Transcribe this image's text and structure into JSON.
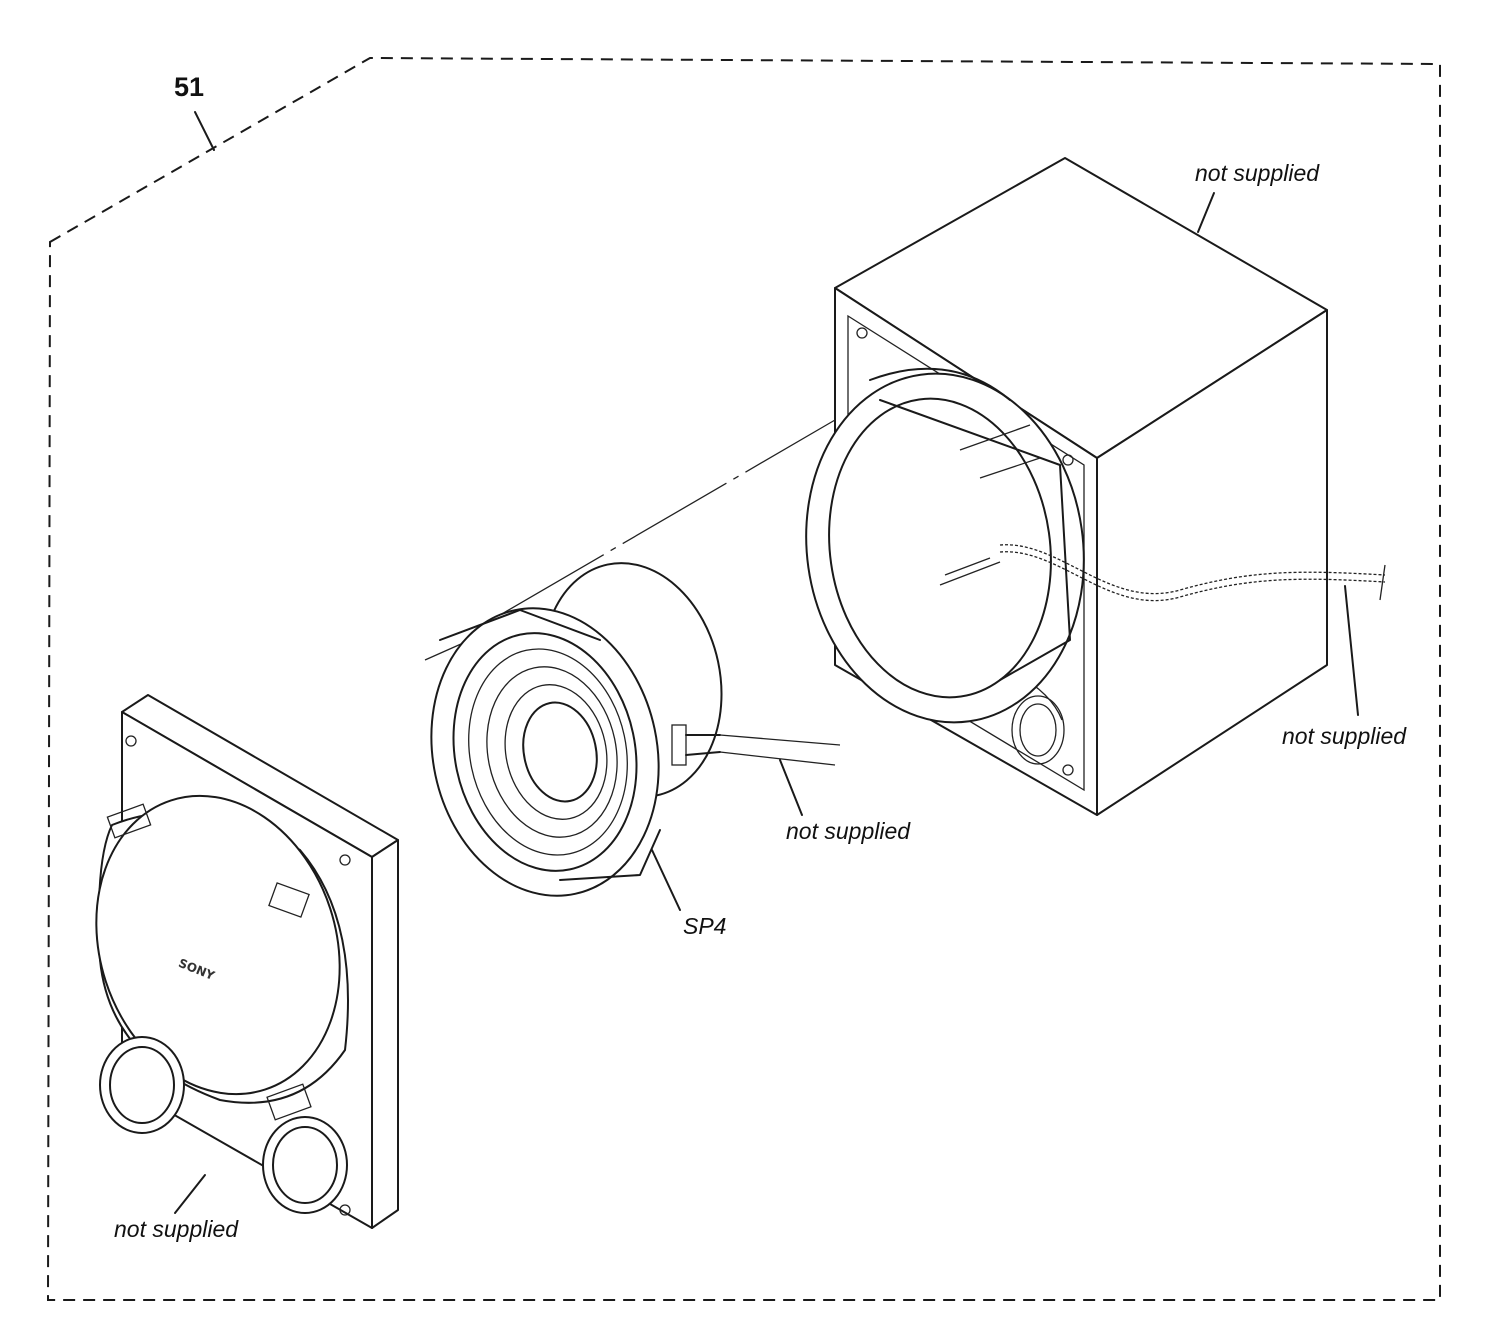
{
  "diagram": {
    "assembly_number": "51",
    "labels": {
      "cabinet": "not supplied",
      "cable": "not supplied",
      "speaker_wires": "not supplied",
      "speaker": "SP4",
      "front_panel": "not supplied"
    },
    "logo_text": "SONY"
  }
}
